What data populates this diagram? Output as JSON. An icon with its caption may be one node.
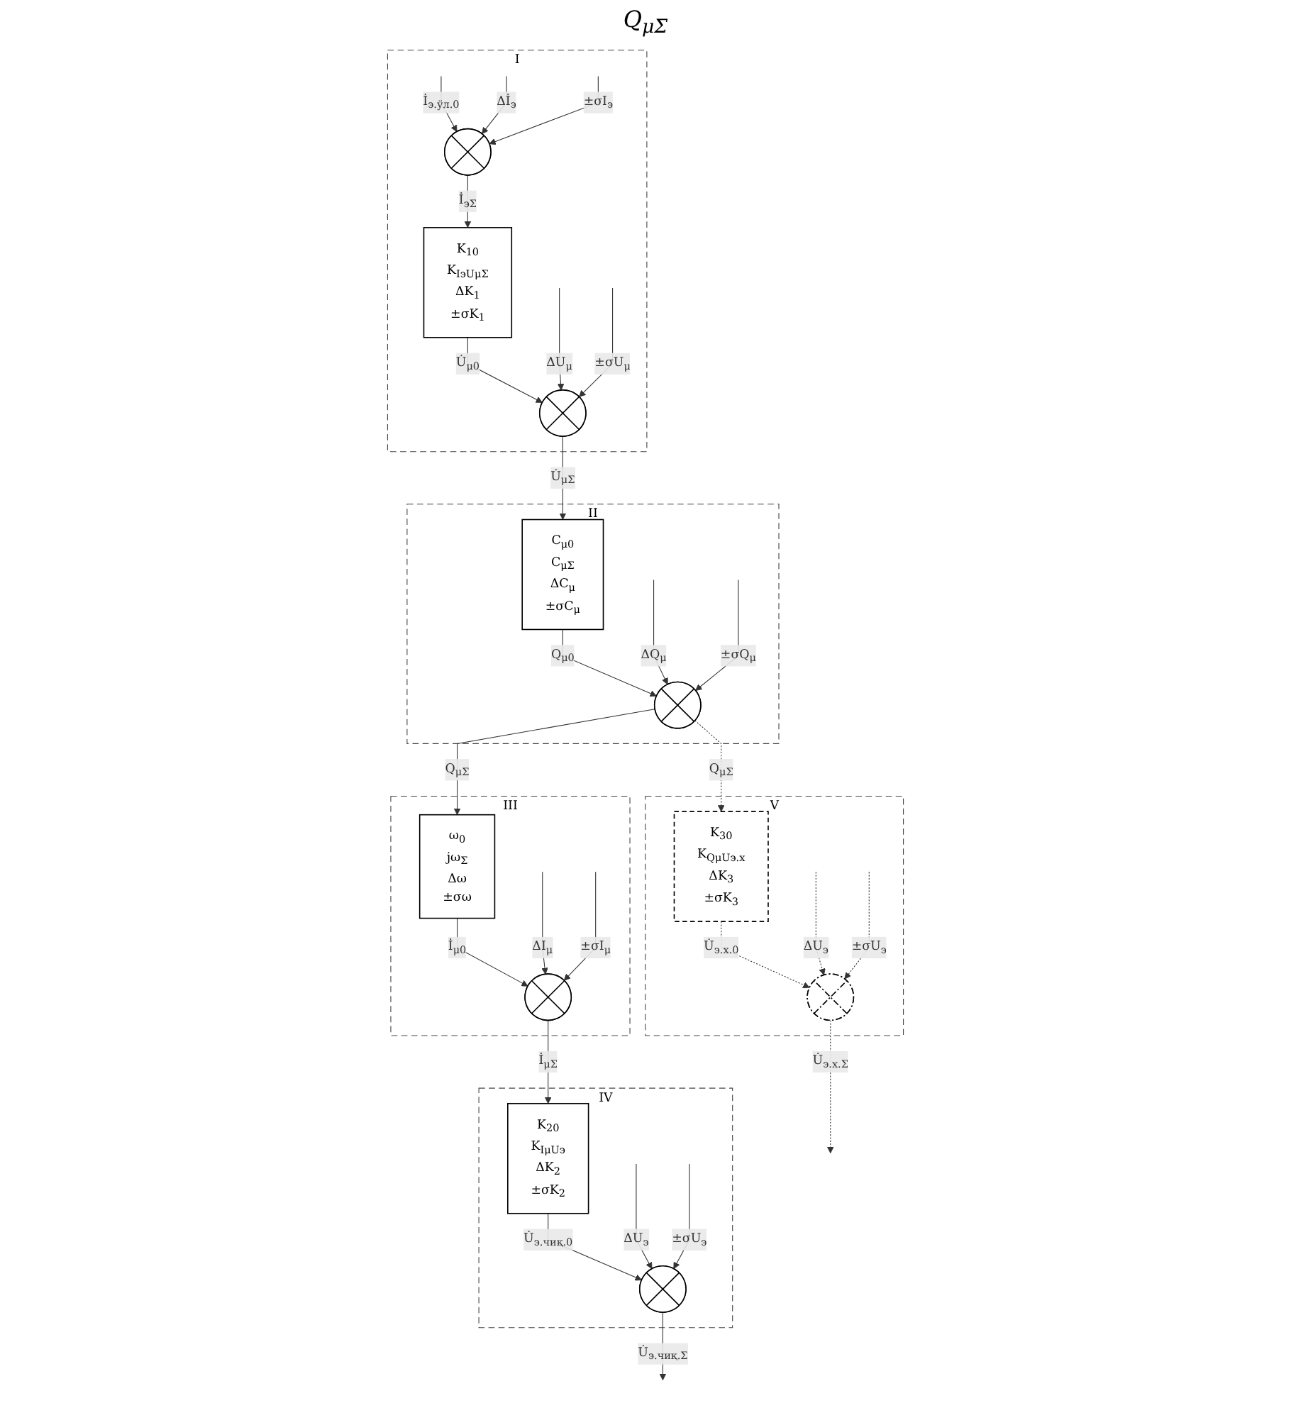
{
  "diagram": {
    "nodes": [
      {
        "text": [
          "I"
        ]
      },
      {
        "text": [],
        "shape": "circle",
        "in": 0
      },
      {
        "text": [
          "K$_{10}$",
          "K$_{IэUμΣ}$",
          "ΔK$_{1}$",
          "±σK$_{1}$"
        ],
        "in": 0
      },
      {
        "text": [],
        "shape": "circle",
        "in": 0
      },
      {
        "text": [
          "II"
        ]
      },
      {
        "text": [
          "C$_{μ0}$",
          "C$_{μΣ}$",
          "ΔC$_{μ}$",
          "±σC$_{μ}$"
        ],
        "in": 4
      },
      {
        "text": [],
        "shape": "circle",
        "in": 4
      },
      {
        "text": [
          "III"
        ]
      },
      {
        "text": [
          "ω$_{0}$",
          "jω$_{Σ}$",
          "Δω",
          "±σω"
        ],
        "in": 7
      },
      {
        "text": [],
        "shape": "circle",
        "in": 7
      },
      {
        "text": [
          "IV"
        ]
      },
      {
        "text": [
          "K$_{20}$",
          "K$_{IμUэ}$",
          "ΔK$_{2}$",
          "±σK$_{2}$"
        ],
        "in": 10
      },
      {
        "text": [],
        "shape": "circle",
        "in": 10
      },
      {
        "text": [
          "V"
        ]
      },
      {
        "text": [
          "K$_{30}$",
          "K$_{QμUэ.x}$",
          "ΔK$_{3}$",
          "±σK$_{3}$"
        ],
        "in": 13
      },
      {
        "text": [],
        "shape": "circle",
        "in": 13
      }
    ],
    "edges": [
      {
        "from": null,
        "to": 1,
        "arrow": "to",
        "label": "İ$_{э.ўл.0}$"
      },
      {
        "from": null,
        "to": 1,
        "arrow": "to",
        "label": "Δİ$_{э}$"
      },
      {
        "from": null,
        "to": 1,
        "arrow": "to",
        "label": "±σI$_{э}$"
      },
      {
        "from": 1,
        "to": 2,
        "arrow": "to",
        "label": "İ$_{эΣ}$"
      },
      {
        "from": 2,
        "to": 3,
        "arrow": "to",
        "label": "U̇$_{μ0}$"
      },
      {
        "from": null,
        "to": 3,
        "arrow": "to",
        "label": "ΔU$_{μ}$"
      },
      {
        "from": null,
        "to": 3,
        "arrow": "to",
        "label": "±σU$_{μ}$"
      },
      {
        "from": 3,
        "to": 5,
        "arrow": "to",
        "label": "U̇$_{μΣ}$"
      },
      {
        "from": 5,
        "to": 6,
        "arrow": "to",
        "label": "Q$_{μ0}$"
      },
      {
        "from": null,
        "to": 6,
        "arrow": "to",
        "label": "ΔQ$_{μ}$"
      },
      {
        "from": null,
        "to": 6,
        "arrow": "to",
        "label": "±σQ$_{μ}$"
      },
      {
        "from": 6,
        "to": 8,
        "arrow": "to",
        "label": "Q$_{μΣ}$"
      },
      {
        "from": 6,
        "to": 14,
        "arrow": "to",
        "label": "Q$_{μΣ}$",
        "style": "dashed"
      },
      {
        "from": 8,
        "to": 9,
        "arrow": "to",
        "label": "İ$_{μ0}$"
      },
      {
        "from": null,
        "to": 9,
        "arrow": "to",
        "label": "ΔI$_{μ}$"
      },
      {
        "from": null,
        "to": 9,
        "arrow": "to",
        "label": "±σI$_{μ}$"
      },
      {
        "from": 9,
        "to": 11,
        "arrow": "to",
        "label": "İ$_{μΣ}$"
      },
      {
        "from": 11,
        "to": 12,
        "arrow": "to",
        "label": "U̇$_{э.чиқ.0}$"
      },
      {
        "from": null,
        "to": 12,
        "arrow": "to",
        "label": "ΔU$_{э}$"
      },
      {
        "from": null,
        "to": 12,
        "arrow": "to",
        "label": "±σU$_{э}$"
      },
      {
        "from": 12,
        "to": null,
        "arrow": "to",
        "label": "U̇$_{э.чиқ.Σ}$"
      },
      {
        "from": 14,
        "to": 15,
        "arrow": "to",
        "label": "U̇$_{э.x.0}$",
        "style": "dashed"
      },
      {
        "from": null,
        "to": 15,
        "arrow": "to",
        "label": "ΔU$_{э}$",
        "style": "dashed"
      },
      {
        "from": null,
        "to": 15,
        "arrow": "to",
        "label": "±σU$_{э}$",
        "style": "dashed"
      },
      {
        "from": 15,
        "to": null,
        "arrow": "to",
        "label": "U̇$_{э.x.Σ}$",
        "style": "dashed"
      }
    ],
    "labels": [
      "Q$_{μΣ}$"
    ]
  }
}
